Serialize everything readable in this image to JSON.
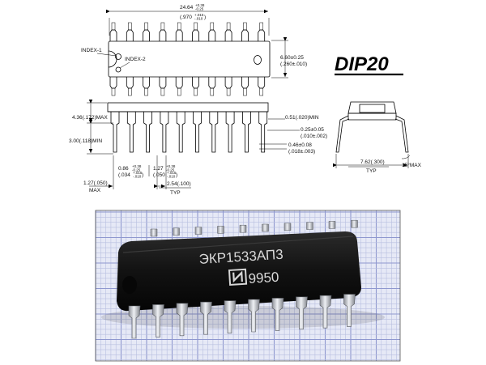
{
  "title": "DIP20",
  "labels": {
    "index1": "INDEX-1",
    "index2": "INDEX-2"
  },
  "dims": {
    "length_mm": "24.64",
    "length_mm_tol": [
      "+0.38",
      "-0.25"
    ],
    "length_in": "(.970",
    "length_in_tol": [
      "+.015",
      "-.010"
    ],
    "length_in_close": ")",
    "width_mm": "6.60±0.25",
    "width_in": "(.260±.010)",
    "height_max": "4.36(.172)MAX",
    "lead_len_min": "3.00(.118)MIN",
    "standoff_min": "0.51(.020)MIN",
    "lead_thick": "0.25±0.05",
    "lead_thick_in": "(.010±.002)",
    "lead_w": "0.46±0.08",
    "lead_w_in": "(.018±.003)",
    "shoulder_mm": "0.86",
    "shoulder_mm_tol": [
      "+0.38",
      "-0.25"
    ],
    "shoulder_in": "(.034",
    "shoulder_in_tol": [
      "+.015",
      "-.010"
    ],
    "shoulder_in_close": ")",
    "pitch_sh_mm": "1.27",
    "pitch_sh_mm_tol": [
      "+0.38",
      "-0.25"
    ],
    "pitch_sh_in": "(.050",
    "pitch_sh_in_tol": [
      "+.015",
      "-.010"
    ],
    "pitch_sh_in_close": ")",
    "end_max": "1.27(.050)",
    "end_max_label": "MAX",
    "pitch": "2.54(.100)",
    "pitch_label": "TYP",
    "row_spacing": "7.62(.300)",
    "row_spacing_label": "TYP",
    "angle": "15°MAX"
  },
  "chip": {
    "part_number": "ЭКР1533АП3",
    "date_code": "9950"
  },
  "colors": {
    "grid_bg": "#e6e9f6",
    "chip_body": "#141414",
    "pins": "#c9ccd2"
  }
}
